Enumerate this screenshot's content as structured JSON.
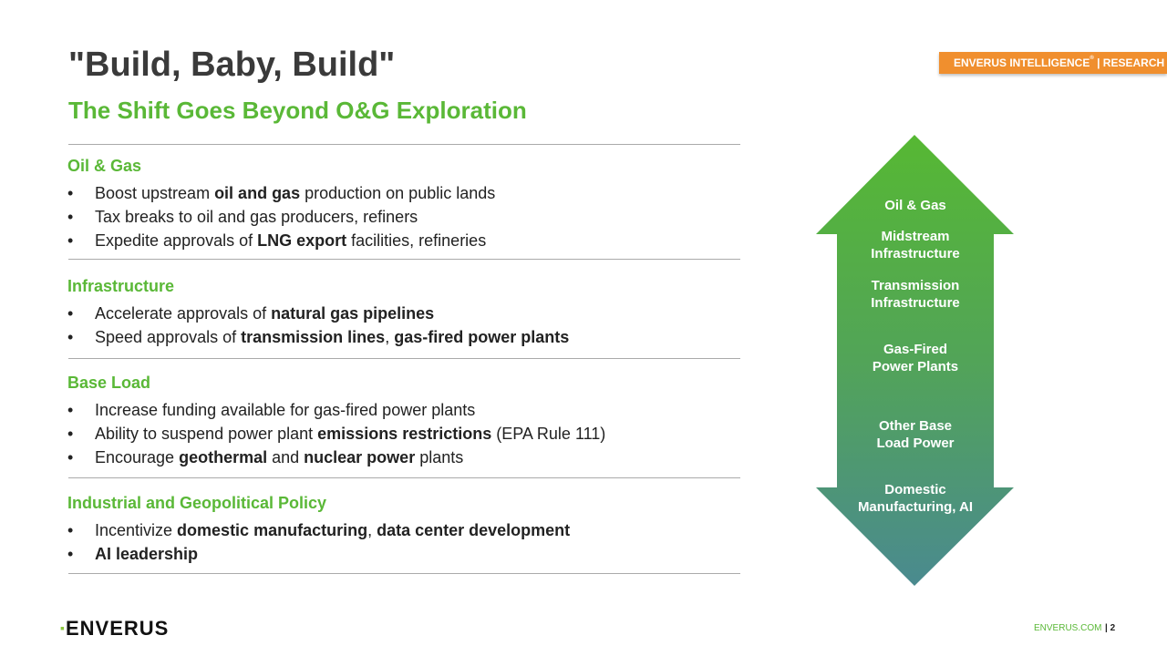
{
  "title": "\"Build, Baby, Build\"",
  "subtitle": "The Shift Goes Beyond O&G Exploration",
  "badge": {
    "main": "ENVERUS INTELLIGENCE",
    "reg": "®",
    "rest": " | RESEARCH"
  },
  "sections": [
    {
      "heading": "Oil & Gas",
      "bullets": [
        [
          {
            "t": "Boost upstream "
          },
          {
            "t": "oil and gas",
            "b": true
          },
          {
            "t": " production on public lands"
          }
        ],
        [
          {
            "t": "Tax breaks to oil and gas producers, refiners"
          }
        ],
        [
          {
            "t": "Expedite approvals of "
          },
          {
            "t": "LNG export",
            "b": true
          },
          {
            "t": " facilities, refineries"
          }
        ]
      ]
    },
    {
      "heading": "Infrastructure",
      "bullets": [
        [
          {
            "t": "Accelerate approvals of "
          },
          {
            "t": "natural gas pipelines",
            "b": true
          }
        ],
        [
          {
            "t": "Speed approvals of "
          },
          {
            "t": "transmission lines",
            "b": true
          },
          {
            "t": ", "
          },
          {
            "t": "gas-fired power plants",
            "b": true
          }
        ]
      ]
    },
    {
      "heading": "Base Load",
      "bullets": [
        [
          {
            "t": "Increase funding available for gas-fired power plants"
          }
        ],
        [
          {
            "t": "Ability to suspend power plant "
          },
          {
            "t": "emissions restrictions",
            "b": true
          },
          {
            "t": " (EPA Rule 111)"
          }
        ],
        [
          {
            "t": "Encourage "
          },
          {
            "t": "geothermal",
            "b": true
          },
          {
            "t": " and "
          },
          {
            "t": "nuclear power",
            "b": true
          },
          {
            "t": " plants"
          }
        ]
      ]
    },
    {
      "heading": "Industrial and Geopolitical Policy",
      "bullets": [
        [
          {
            "t": "Incentivize "
          },
          {
            "t": "domestic manufacturing",
            "b": true
          },
          {
            "t": ", "
          },
          {
            "t": "data center development",
            "b": true
          }
        ],
        [
          {
            "t": "AI leadership",
            "b": true
          }
        ]
      ]
    }
  ],
  "arrow_labels": [
    "Oil & Gas",
    "Midstream Infrastructure",
    "Transmission Infrastructure",
    "Gas-Fired Power Plants",
    "Other Base Load Power",
    "Domestic Manufacturing, AI"
  ],
  "colors": {
    "green": "#5ab837",
    "teal": "#4a8a8f",
    "orange": "#f08f2e"
  },
  "logo": "ENVERUS",
  "footer": {
    "site": "ENVERUS.COM",
    "page": "| 2"
  }
}
